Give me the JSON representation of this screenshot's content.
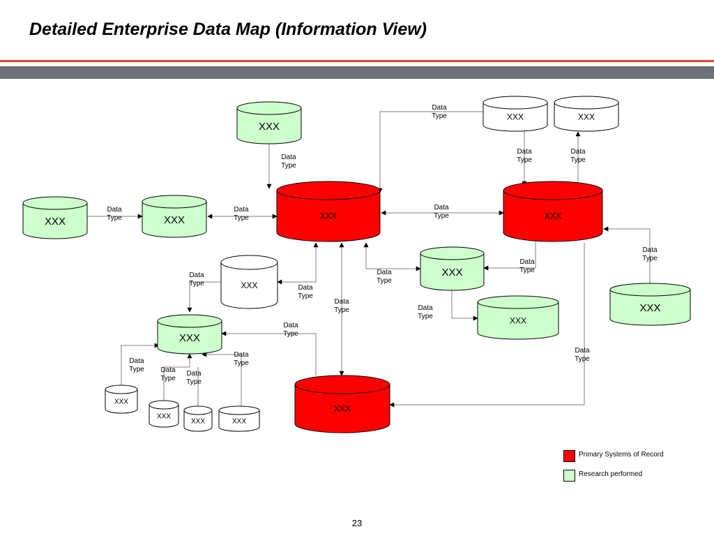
{
  "slide": {
    "title": "Detailed Enterprise Data Map (Information View)",
    "page_number": "23"
  },
  "colors": {
    "primary_fill": "#ff0000",
    "research_fill": "#ccffcc",
    "plain_fill": "#ffffff",
    "accent_rule": "#e8422c",
    "band": "#6d7278"
  },
  "legend": {
    "items": [
      {
        "label": "Primary Systems of Record",
        "color": "#ff0000"
      },
      {
        "label": "Research performed",
        "color": "#ccffcc"
      }
    ]
  },
  "diagram": {
    "nodes": [
      {
        "id": "g_top",
        "label": "XXX",
        "kind": "research"
      },
      {
        "id": "g_left",
        "label": "XXX",
        "kind": "research"
      },
      {
        "id": "g_mid",
        "label": "XXX",
        "kind": "research"
      },
      {
        "id": "w_tr1",
        "label": "XXX",
        "kind": "plain"
      },
      {
        "id": "w_tr2",
        "label": "XXX",
        "kind": "plain"
      },
      {
        "id": "r_main",
        "label": "XXX",
        "kind": "primary"
      },
      {
        "id": "r_right",
        "label": "XXX",
        "kind": "primary"
      },
      {
        "id": "w_mid",
        "label": "XXX",
        "kind": "plain"
      },
      {
        "id": "g_ctr",
        "label": "XXX",
        "kind": "research"
      },
      {
        "id": "g_ctr2",
        "label": "XXX",
        "kind": "research"
      },
      {
        "id": "g_far",
        "label": "XXX",
        "kind": "research"
      },
      {
        "id": "g_hub",
        "label": "XXX",
        "kind": "research"
      },
      {
        "id": "r_bot",
        "label": "XXX",
        "kind": "primary"
      },
      {
        "id": "s1",
        "label": "XXX",
        "kind": "plain"
      },
      {
        "id": "s2",
        "label": "XXX",
        "kind": "plain"
      },
      {
        "id": "s3",
        "label": "XXX",
        "kind": "plain"
      },
      {
        "id": "s4",
        "label": "XXX",
        "kind": "plain"
      }
    ],
    "edge_label": [
      "Data",
      "Type"
    ]
  }
}
